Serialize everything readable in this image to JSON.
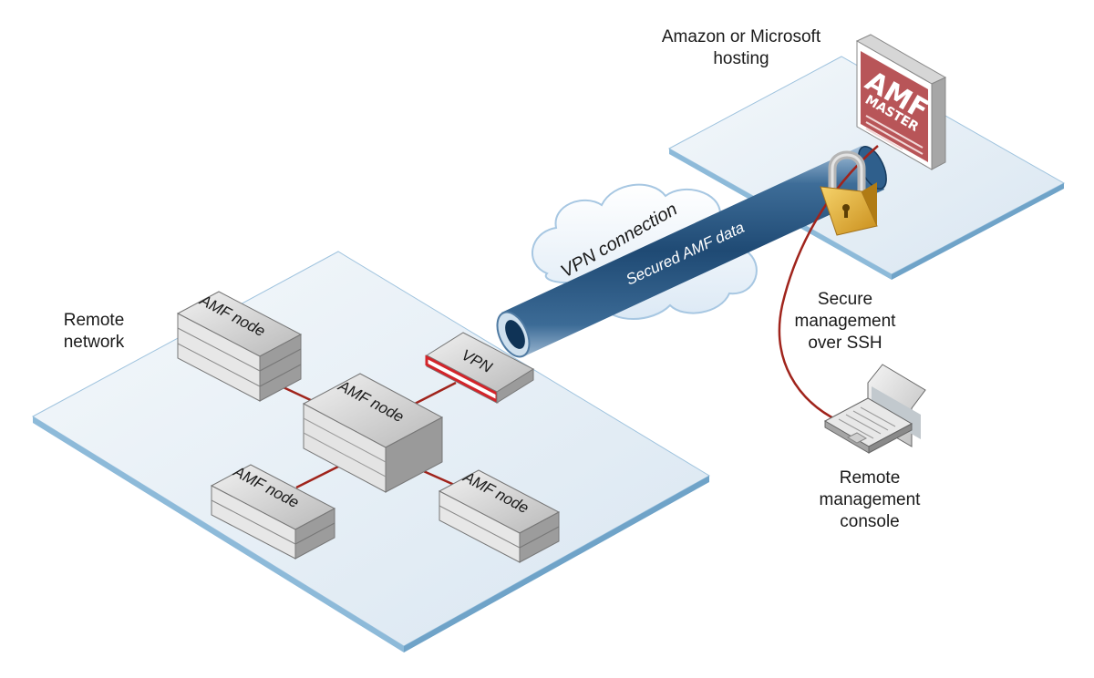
{
  "labels": {
    "hosting_line1": "Amazon or Microsoft",
    "hosting_line2": "hosting",
    "remote_network_line1": "Remote",
    "remote_network_line2": "network",
    "ssh_line1": "Secure",
    "ssh_line2": "management",
    "ssh_line3": "over SSH",
    "console_line1": "Remote",
    "console_line2": "management",
    "console_line3": "console"
  },
  "cloud_label": "VPN connection",
  "tube_label": "Secured AMF data",
  "vpn_device_label": "VPN",
  "amf_node_label": "AMF node",
  "master": {
    "line1": "AMF",
    "line2": "MASTER"
  },
  "colors": {
    "platform_fill": "#e4eef6",
    "platform_edge": "#7fb0d2",
    "link_line": "#a0241c",
    "tube": "#2b5a86",
    "master_red": "#b85558",
    "vpn_accent": "#d3242a",
    "lock_gold": "#e8b63a"
  }
}
